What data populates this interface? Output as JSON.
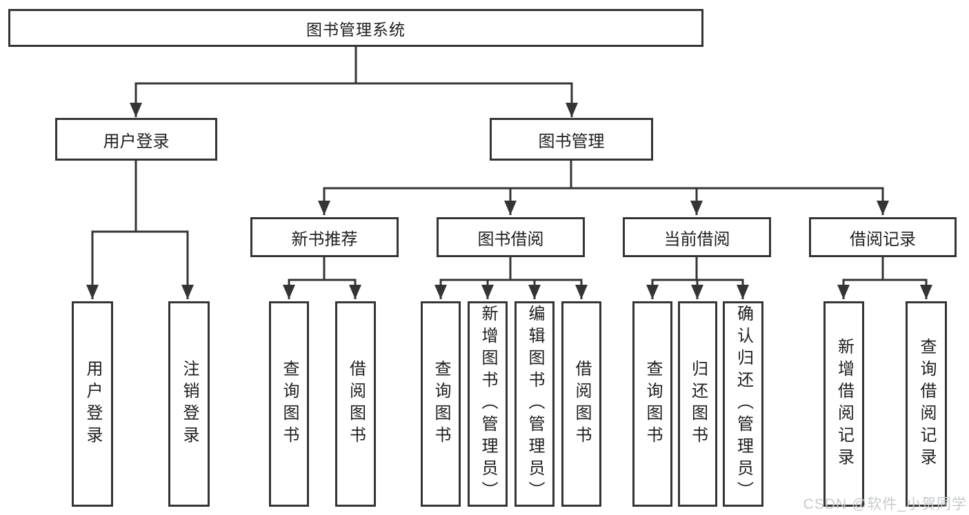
{
  "colors": {
    "line": "#343434",
    "text": "#1e1e1e",
    "watermark": "#c6cacd",
    "background": "#ffffff"
  },
  "tree": {
    "label": "图书管理系统",
    "children": [
      {
        "label": "用户登录",
        "children": [
          {
            "label": "用户登录"
          },
          {
            "label": "注销登录"
          }
        ]
      },
      {
        "label": "图书管理",
        "children": [
          {
            "label": "新书推荐",
            "children": [
              {
                "label": "查询图书"
              },
              {
                "label": "借阅图书"
              }
            ]
          },
          {
            "label": "图书借阅",
            "children": [
              {
                "label": "查询图书"
              },
              {
                "label": "新增图书（管理员）"
              },
              {
                "label": "编辑图书（管理员）"
              },
              {
                "label": "借阅图书"
              }
            ]
          },
          {
            "label": "当前借阅",
            "children": [
              {
                "label": "查询图书"
              },
              {
                "label": "归还图书"
              },
              {
                "label": "确认归还（管理员）"
              }
            ]
          },
          {
            "label": "借阅记录",
            "children": [
              {
                "label": "新增借阅记录"
              },
              {
                "label": "查询借阅记录"
              }
            ]
          }
        ]
      }
    ]
  },
  "watermark": {
    "text": "CSDN @软件_小贺同学"
  }
}
